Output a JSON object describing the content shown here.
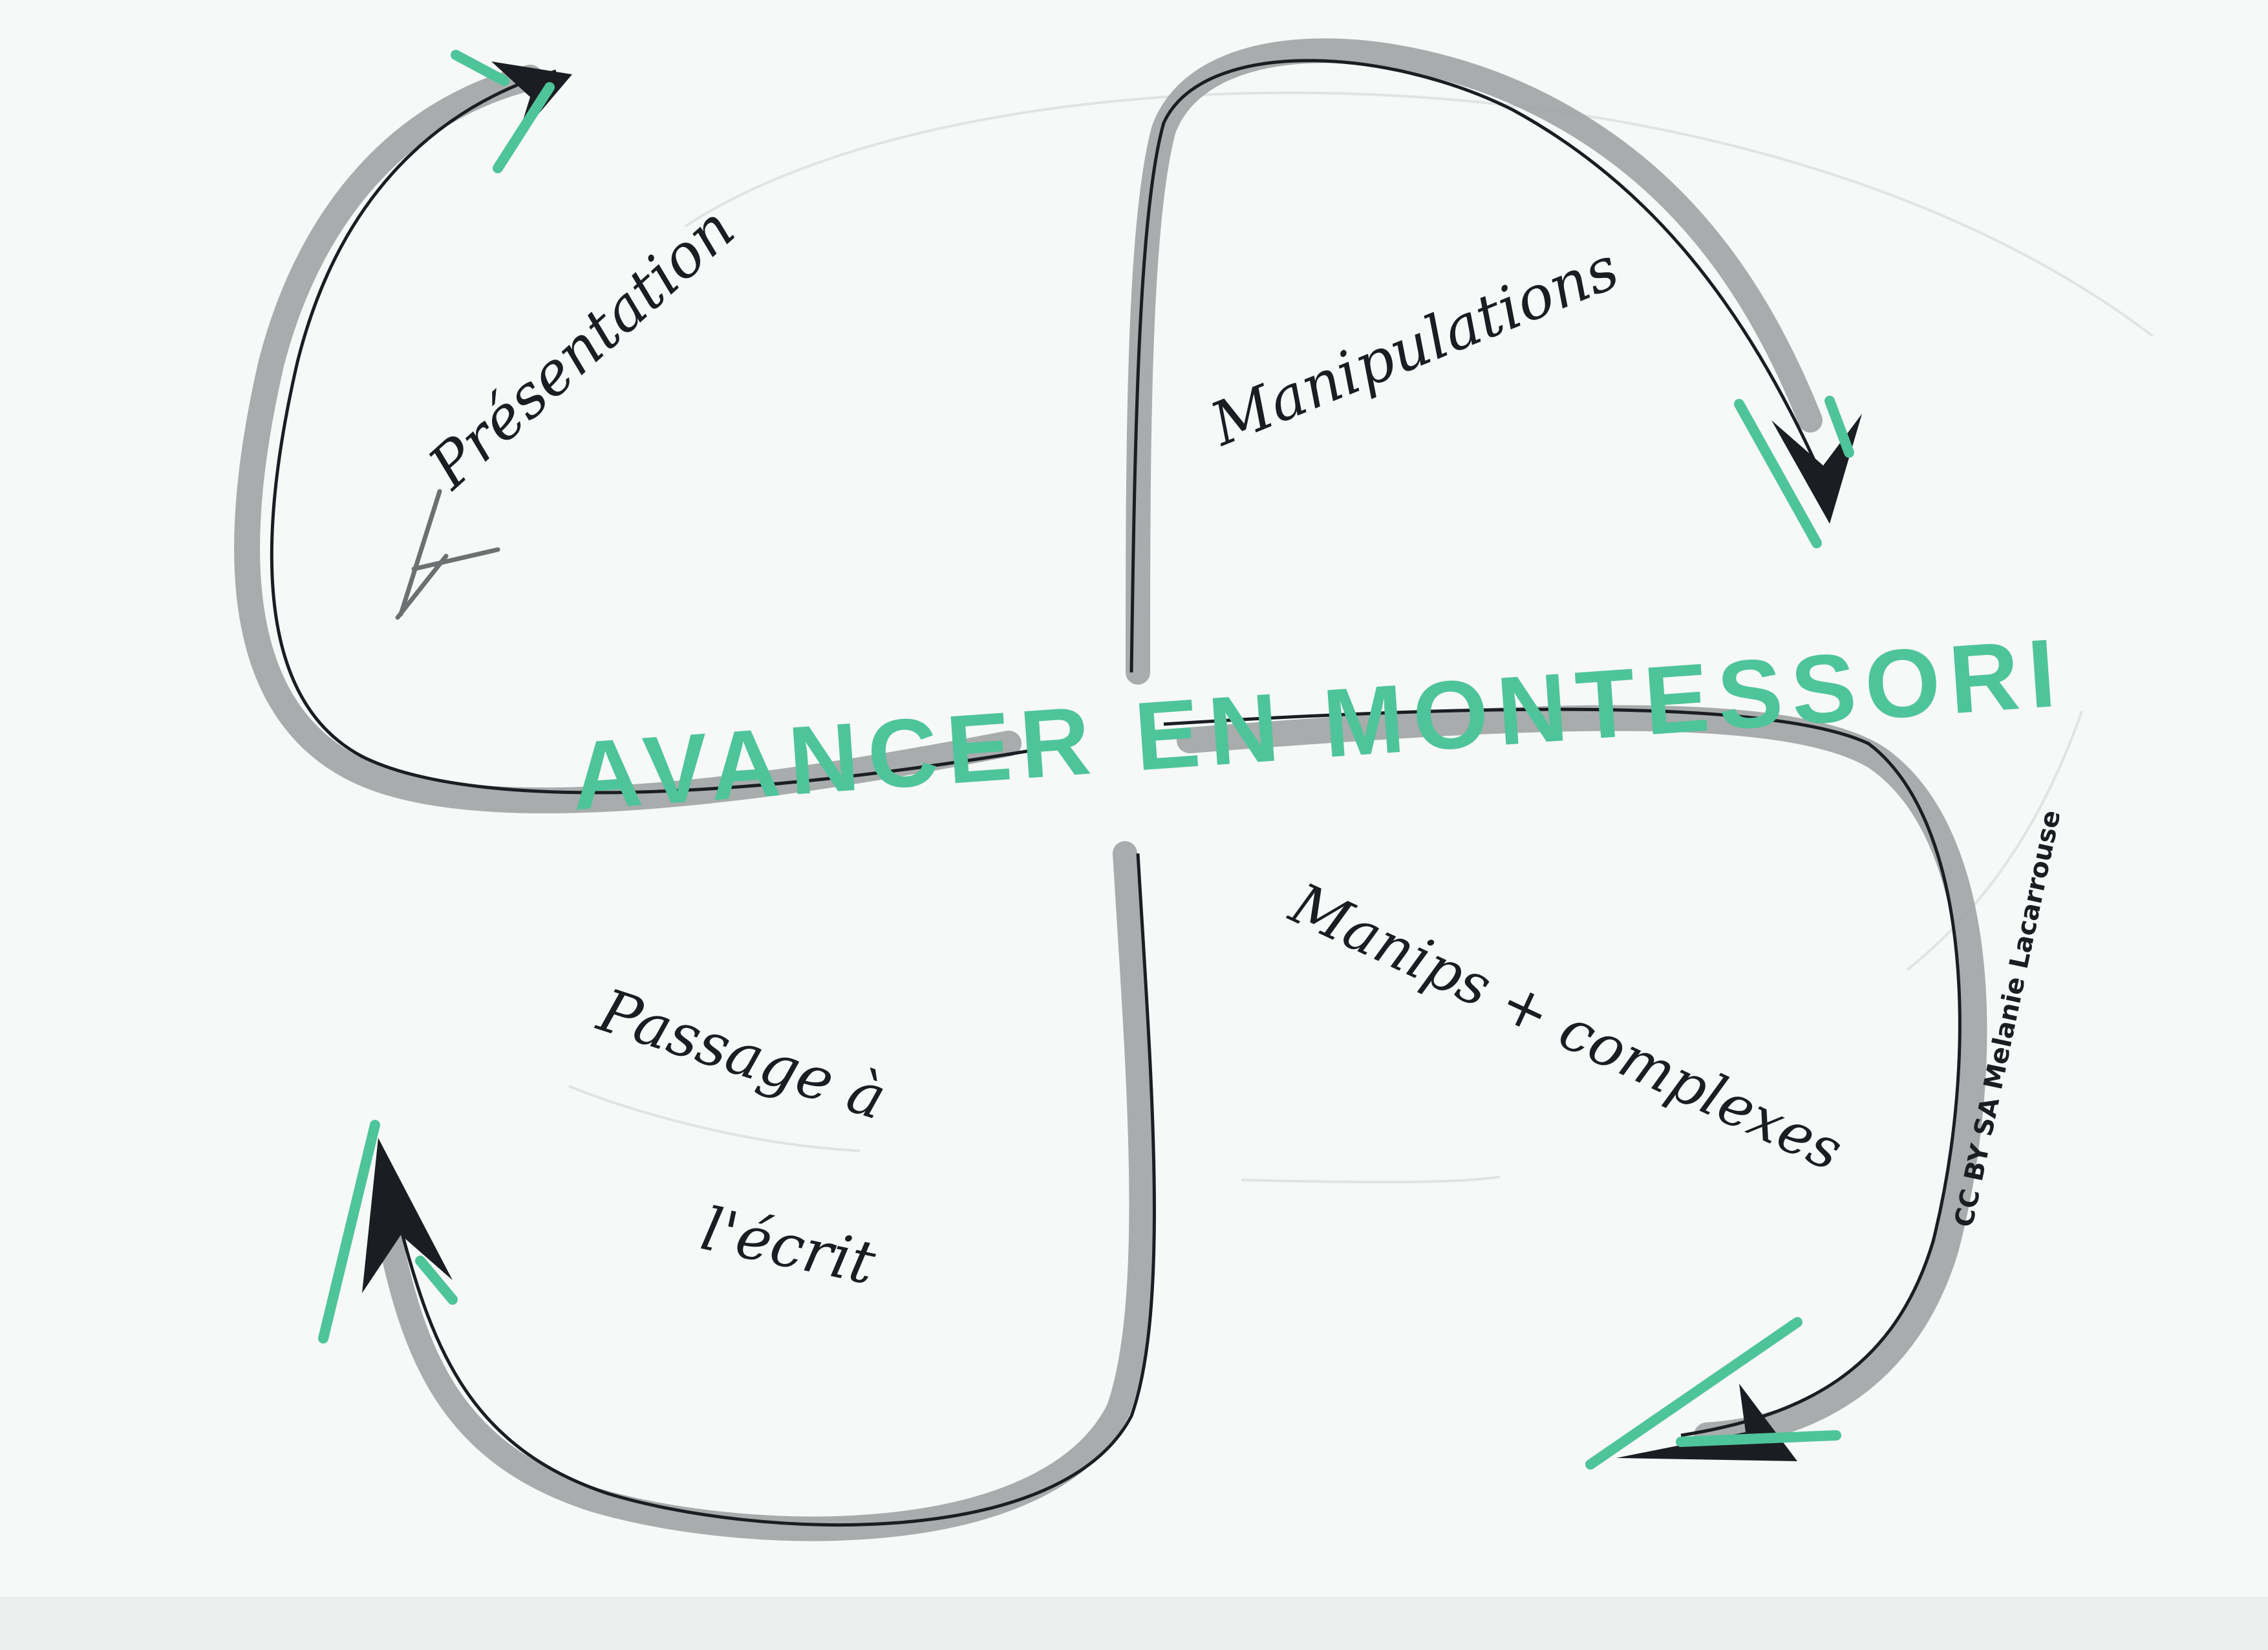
{
  "title": "AVANCER EN MONTESSORI",
  "steps": [
    {
      "label": "Présentation"
    },
    {
      "label": "Manipulations"
    },
    {
      "label": "Manips + complexes"
    },
    {
      "label": "Passage à",
      "label2": "l'écrit"
    }
  ],
  "credit": "CC BY SA Melanie Lacarrouse",
  "colors": {
    "accent": "#4ec49a",
    "arrow_shadow": "#9fa3a3",
    "ink": "#1c1d22",
    "paper": "#f7f8f8"
  }
}
